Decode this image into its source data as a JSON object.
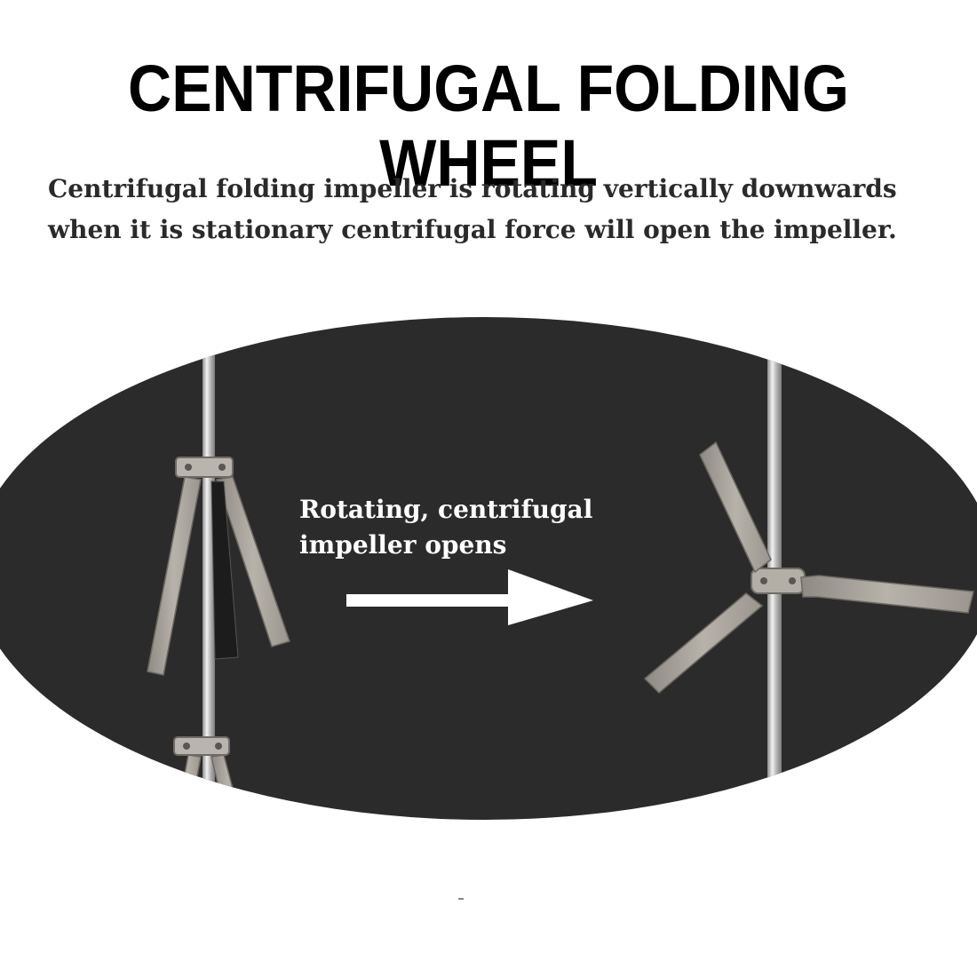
{
  "title": "CENTRIFUGAL FOLDING WHEEL",
  "description": {
    "line1": "Centrifugal folding impeller is rotating vertically downwards",
    "line2": "when it is stationary centrifugal force will open the impeller."
  },
  "illustration": {
    "caption_line1": "Rotating, centrifugal",
    "caption_line2": "impeller opens",
    "colors": {
      "backdrop": "#2b2b2b",
      "shaft": "#c9c9c9",
      "blade": "#a8a29a",
      "arrow": "#ffffff",
      "caption": "#ffffff"
    },
    "icons": {
      "arrow": "right-arrow-icon",
      "folded_impeller": "folded-impeller-icon",
      "open_impeller": "open-impeller-icon"
    }
  }
}
